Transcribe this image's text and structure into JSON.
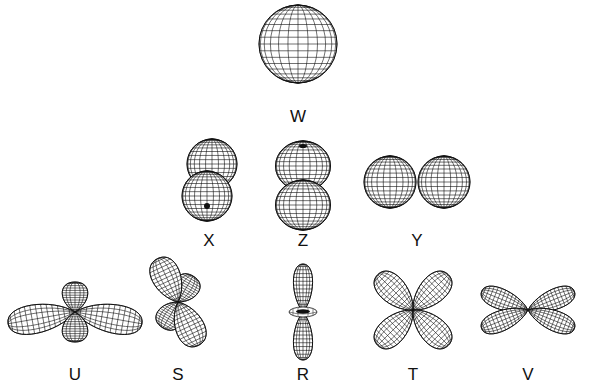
{
  "diagram": {
    "labels": [
      "W",
      "X",
      "Z",
      "Y",
      "U",
      "S",
      "R",
      "T",
      "V"
    ]
  }
}
